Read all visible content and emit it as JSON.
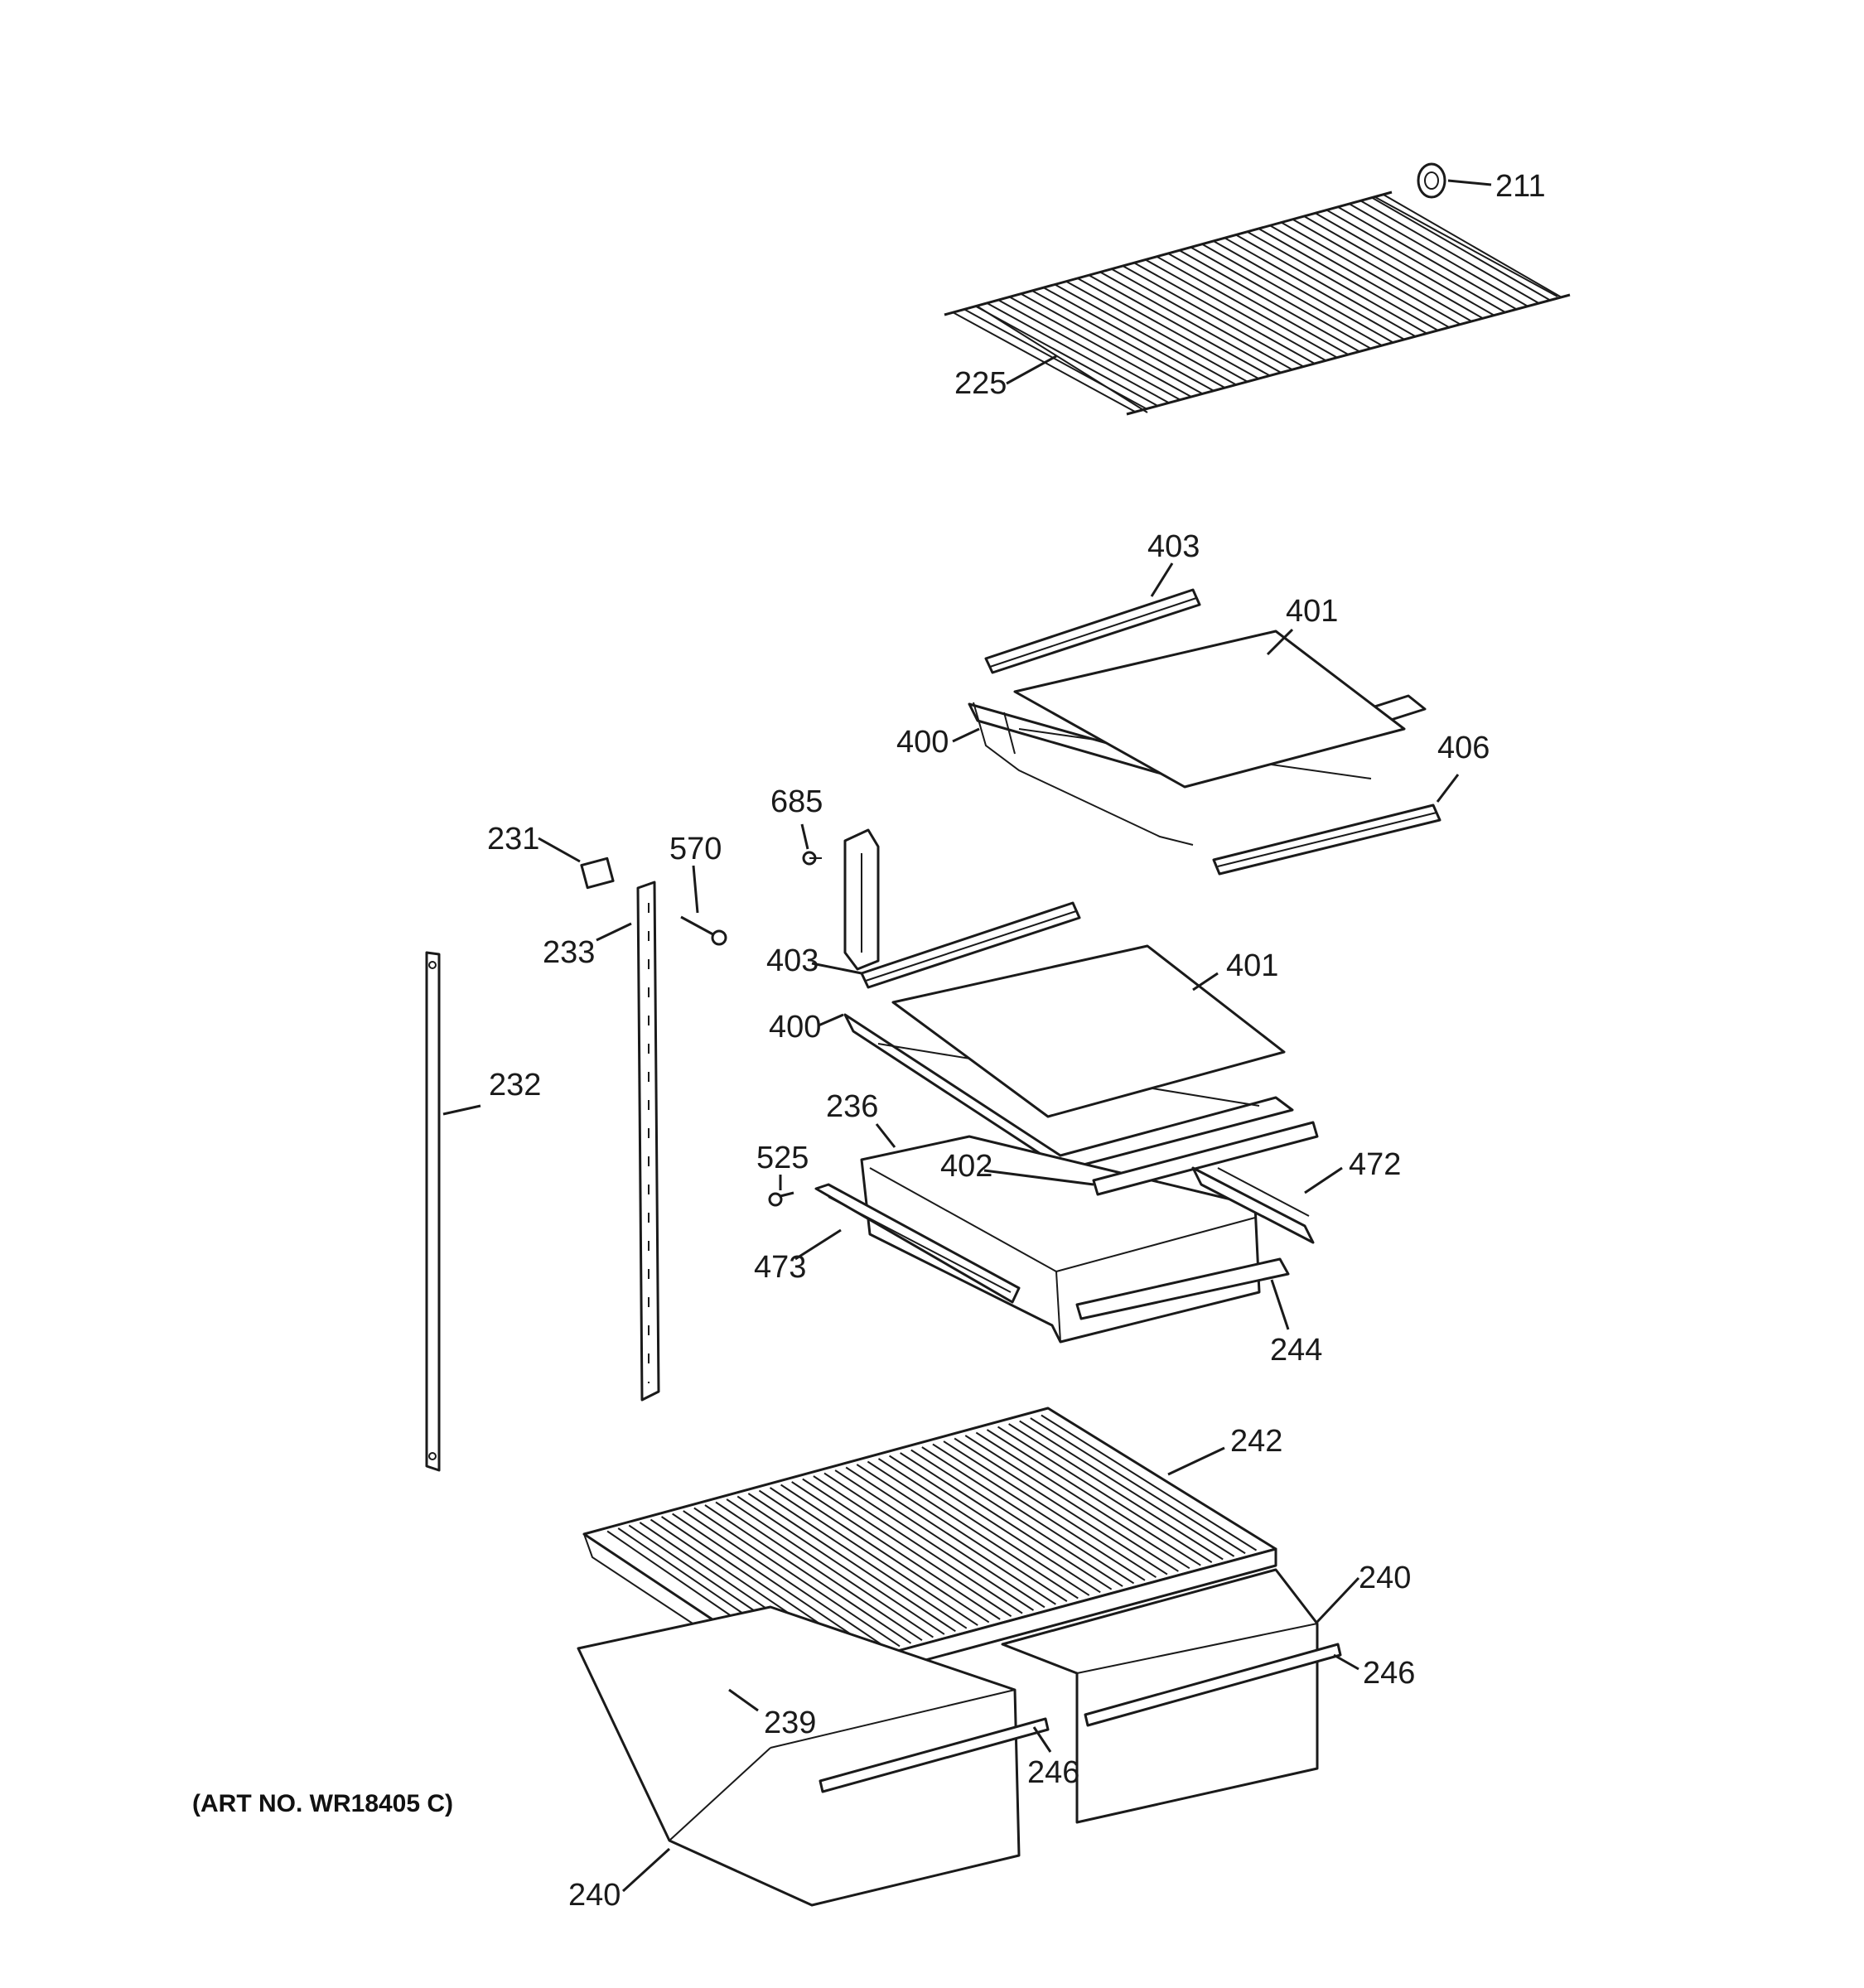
{
  "art_number": "(ART NO. WR18405 C)",
  "callouts": [
    {
      "id": "c211",
      "text": "211"
    },
    {
      "id": "c225",
      "text": "225"
    },
    {
      "id": "c403a",
      "text": "403"
    },
    {
      "id": "c401a",
      "text": "401"
    },
    {
      "id": "c400a",
      "text": "400"
    },
    {
      "id": "c406",
      "text": "406"
    },
    {
      "id": "c685",
      "text": "685"
    },
    {
      "id": "c231",
      "text": "231"
    },
    {
      "id": "c570",
      "text": "570"
    },
    {
      "id": "c233",
      "text": "233"
    },
    {
      "id": "c403b",
      "text": "403"
    },
    {
      "id": "c401b",
      "text": "401"
    },
    {
      "id": "c400b",
      "text": "400"
    },
    {
      "id": "c232",
      "text": "232"
    },
    {
      "id": "c236",
      "text": "236"
    },
    {
      "id": "c525",
      "text": "525"
    },
    {
      "id": "c402",
      "text": "402"
    },
    {
      "id": "c472",
      "text": "472"
    },
    {
      "id": "c473",
      "text": "473"
    },
    {
      "id": "c244",
      "text": "244"
    },
    {
      "id": "c242",
      "text": "242"
    },
    {
      "id": "c240a",
      "text": "240"
    },
    {
      "id": "c246a",
      "text": "246"
    },
    {
      "id": "c239",
      "text": "239"
    },
    {
      "id": "c246b",
      "text": "246"
    },
    {
      "id": "c240b",
      "text": "240"
    }
  ]
}
